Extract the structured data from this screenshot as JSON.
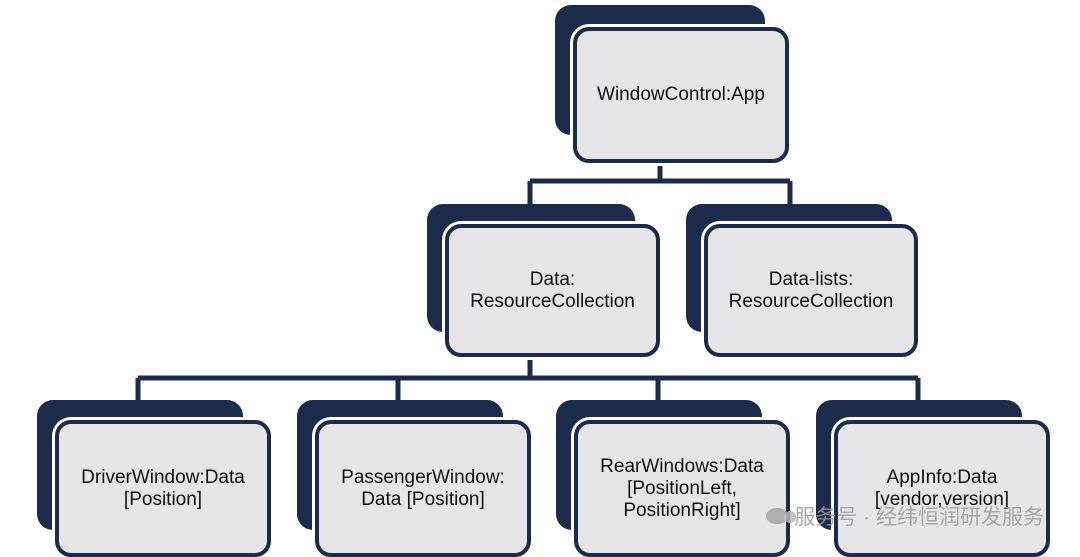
{
  "diagram": {
    "nodes": {
      "root": {
        "label": "WindowControl:App"
      },
      "data": {
        "label": "Data:\nResourceCollection"
      },
      "datalists": {
        "label": "Data-lists:\nResourceCollection"
      },
      "driver": {
        "label": "DriverWindow:Data\n[Position]"
      },
      "passenger": {
        "label": "PassengerWindow:\nData [Position]"
      },
      "rear": {
        "label": "RearWindows:Data\n[PositionLeft,\nPositionRight]"
      },
      "appinfo": {
        "label": "AppInfo:Data\n[vendor,version]"
      }
    },
    "colors": {
      "box_dark": "#1c2b4a",
      "box_fill": "#e6e6e8",
      "line": "#1c2b4a"
    }
  },
  "watermark": {
    "text": "服务号 · 经纬恒润研发服务"
  }
}
